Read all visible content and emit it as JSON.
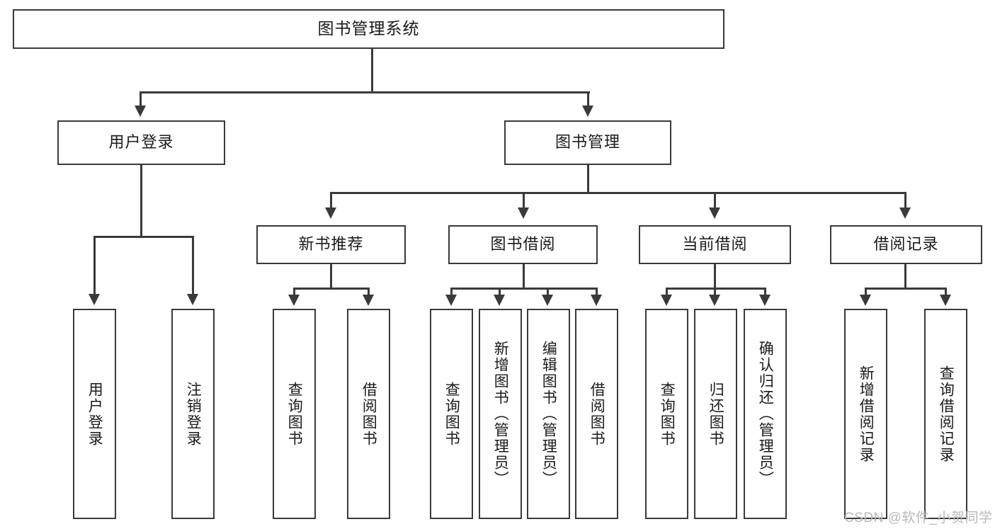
{
  "diagram": {
    "title": "图书管理系统",
    "type": "tree-hierarchy-diagram",
    "root": {
      "label": "图书管理系统"
    },
    "level2": [
      {
        "id": "user-login",
        "label": "用户登录"
      },
      {
        "id": "book-management",
        "label": "图书管理"
      }
    ],
    "level3": [
      {
        "id": "new-book-recommend",
        "label": "新书推荐"
      },
      {
        "id": "book-borrow",
        "label": "图书借阅"
      },
      {
        "id": "current-borrow",
        "label": "当前借阅"
      },
      {
        "id": "borrow-record",
        "label": "借阅记录"
      }
    ],
    "leaves": {
      "user_login": [
        {
          "id": "leaf-user-login",
          "label": "用户登录"
        },
        {
          "id": "leaf-logout",
          "label": "注销登录"
        }
      ],
      "new_book_recommend": [
        {
          "id": "leaf-query-book-1",
          "label": "查询图书"
        },
        {
          "id": "leaf-borrow-book-1",
          "label": "借阅图书"
        }
      ],
      "book_borrow": [
        {
          "id": "leaf-query-book-2",
          "label": "查询图书"
        },
        {
          "id": "leaf-add-book",
          "label": "新增图书（管理员）"
        },
        {
          "id": "leaf-edit-book",
          "label": "编辑图书（管理员）"
        },
        {
          "id": "leaf-borrow-book-2",
          "label": "借阅图书"
        }
      ],
      "current_borrow": [
        {
          "id": "leaf-query-book-3",
          "label": "查询图书"
        },
        {
          "id": "leaf-return-book",
          "label": "归还图书"
        },
        {
          "id": "leaf-confirm-return",
          "label": "确认归还（管理员）"
        }
      ],
      "borrow_record": [
        {
          "id": "leaf-add-record",
          "label": "新增借阅记录"
        },
        {
          "id": "leaf-query-record",
          "label": "查询借阅记录"
        }
      ]
    }
  },
  "watermark": {
    "text": "CSDN @软件_小贺同学"
  },
  "colors": {
    "stroke": "#3a3a3a",
    "background": "#ffffff",
    "text": "#1a1a1a",
    "watermark": "#b9b9b9"
  }
}
